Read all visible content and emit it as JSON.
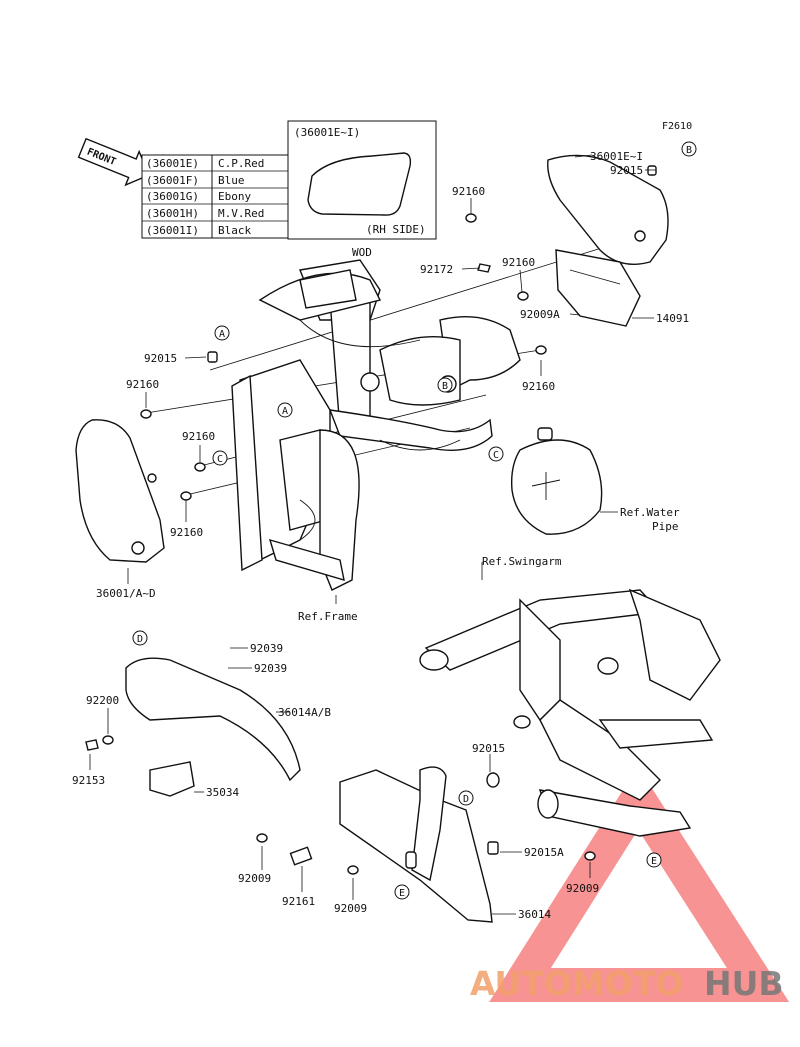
{
  "figure_code": "F2610",
  "front_label": "FRONT",
  "color_table": [
    {
      "code": "(36001E)",
      "color": "C.P.Red"
    },
    {
      "code": "(36001F)",
      "color": "Blue"
    },
    {
      "code": "(36001G)",
      "color": "Ebony"
    },
    {
      "code": "(36001H)",
      "color": "M.V.Red"
    },
    {
      "code": "(36001I)",
      "color": "Black"
    }
  ],
  "inset": {
    "title": "(36001E~I)",
    "caption": "(RH SIDE)"
  },
  "wod_label": "WOD",
  "callouts": {
    "a": "A",
    "b": "B",
    "c": "C",
    "d": "D",
    "e": "E"
  },
  "parts": {
    "p36001EI": "36001E~I",
    "p92015_top": "92015",
    "p92160_top": "92160",
    "p92172": "92172",
    "p92160_mid": "92160",
    "p92009A": "92009A",
    "p14091": "14091",
    "p92160_right": "92160",
    "p92015_left": "92015",
    "p92160_left1": "92160",
    "p92160_left2": "92160",
    "p92160_left3": "92160",
    "p36001AD": "36001/A~D",
    "ref_frame": "Ref.Frame",
    "ref_water1": "Ref.Water",
    "ref_water2": "Pipe",
    "ref_swingarm": "Ref.Swingarm",
    "p92039a": "92039",
    "p92039b": "92039",
    "p92200": "92200",
    "p36014AB": "36014A/B",
    "p92153": "92153",
    "p35034": "35034",
    "p92015_low": "92015",
    "p92009_l": "92009",
    "p92015A": "92015A",
    "p92009_r": "92009",
    "p92161": "92161",
    "p92009_c": "92009",
    "p36014": "36014"
  },
  "watermark": {
    "part1": "AUTOMOTO",
    "part2": "HUB",
    "color1": "#f2a06a",
    "color2": "#777777",
    "triangle": "#f03a3a"
  }
}
